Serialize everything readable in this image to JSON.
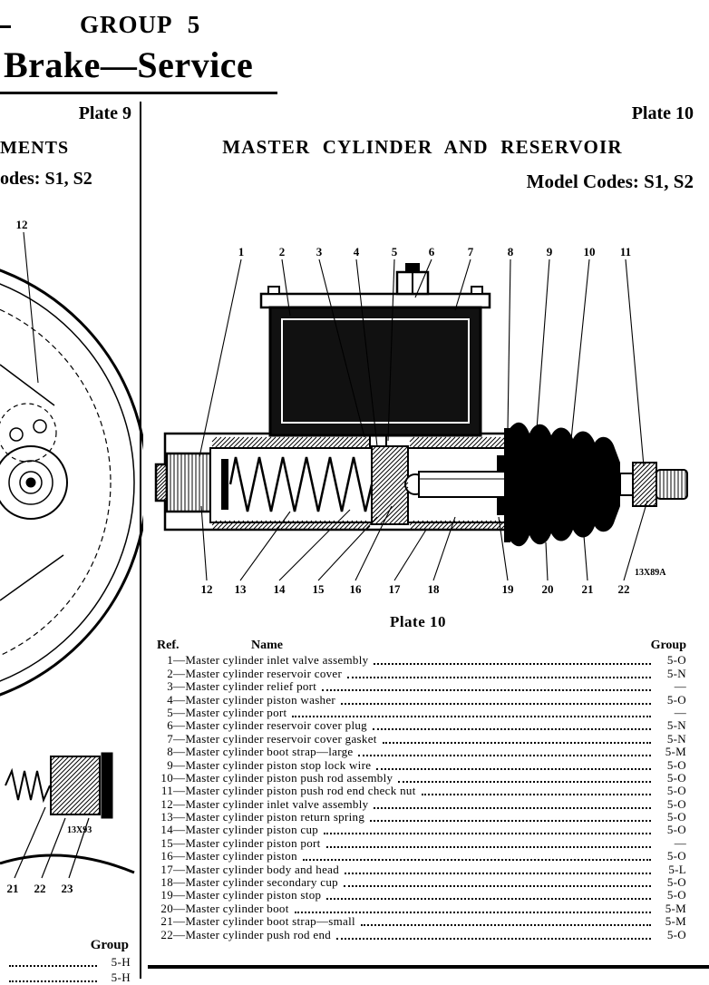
{
  "header": {
    "group": "GROUP 5",
    "title": "Brake—Service"
  },
  "left_column": {
    "plate_label": "Plate 9",
    "heading_fragment": "MENTS",
    "model_codes_fragment": "odes:  S1, S2",
    "figure_top_callout": "12",
    "figure_code": "13X93",
    "figure_bottom_callouts": [
      "21",
      "22",
      "23"
    ],
    "footer": {
      "group_label": "Group",
      "rows": [
        {
          "group": "5-H"
        },
        {
          "group": "5-H"
        }
      ]
    }
  },
  "right_column": {
    "plate_label": "Plate 10",
    "title": "MASTER CYLINDER AND RESERVOIR",
    "model_codes": "Model Codes:  S1, S2",
    "figure": {
      "code": "13X89A",
      "callouts_top": [
        "1",
        "2",
        "3",
        "4",
        "5",
        "6",
        "7",
        "8",
        "9",
        "10",
        "11"
      ],
      "callouts_bottom": [
        "12",
        "13",
        "14",
        "15",
        "16",
        "17",
        "18",
        "19",
        "20",
        "21",
        "22"
      ]
    },
    "caption": "Plate 10",
    "table": {
      "headers": {
        "ref": "Ref.",
        "name": "Name",
        "group": "Group"
      },
      "separator": "—",
      "rows": [
        {
          "ref": "1",
          "name": "Master cylinder inlet valve assembly",
          "group": "5-O"
        },
        {
          "ref": "2",
          "name": "Master cylinder reservoir cover",
          "group": "5-N"
        },
        {
          "ref": "3",
          "name": "Master cylinder relief port",
          "group": "—"
        },
        {
          "ref": "4",
          "name": "Master cylinder piston washer",
          "group": "5-O"
        },
        {
          "ref": "5",
          "name": "Master cylinder port",
          "group": "—"
        },
        {
          "ref": "6",
          "name": "Master cylinder reservoir cover plug",
          "group": "5-N"
        },
        {
          "ref": "7",
          "name": "Master cylinder reservoir cover gasket",
          "group": "5-N"
        },
        {
          "ref": "8",
          "name": "Master cylinder boot strap—large",
          "group": "5-M"
        },
        {
          "ref": "9",
          "name": "Master cylinder piston stop lock wire",
          "group": "5-O"
        },
        {
          "ref": "10",
          "name": "Master cylinder piston push rod assembly",
          "group": "5-O"
        },
        {
          "ref": "11",
          "name": "Master cylinder piston push rod end check nut",
          "group": "5-O"
        },
        {
          "ref": "12",
          "name": "Master cylinder inlet valve assembly",
          "group": "5-O"
        },
        {
          "ref": "13",
          "name": "Master cylinder piston return spring",
          "group": "5-O"
        },
        {
          "ref": "14",
          "name": "Master cylinder piston cup",
          "group": "5-O"
        },
        {
          "ref": "15",
          "name": "Master cylinder piston port",
          "group": "—"
        },
        {
          "ref": "16",
          "name": "Master cylinder piston",
          "group": "5-O"
        },
        {
          "ref": "17",
          "name": "Master cylinder body and head",
          "group": "5-L"
        },
        {
          "ref": "18",
          "name": "Master cylinder secondary cup",
          "group": "5-O"
        },
        {
          "ref": "19",
          "name": "Master cylinder piston stop",
          "group": "5-O"
        },
        {
          "ref": "20",
          "name": "Master cylinder boot",
          "group": "5-M"
        },
        {
          "ref": "21",
          "name": "Master cylinder boot strap—small",
          "group": "5-M"
        },
        {
          "ref": "22",
          "name": "Master cylinder push rod end",
          "group": "5-O"
        }
      ]
    }
  }
}
